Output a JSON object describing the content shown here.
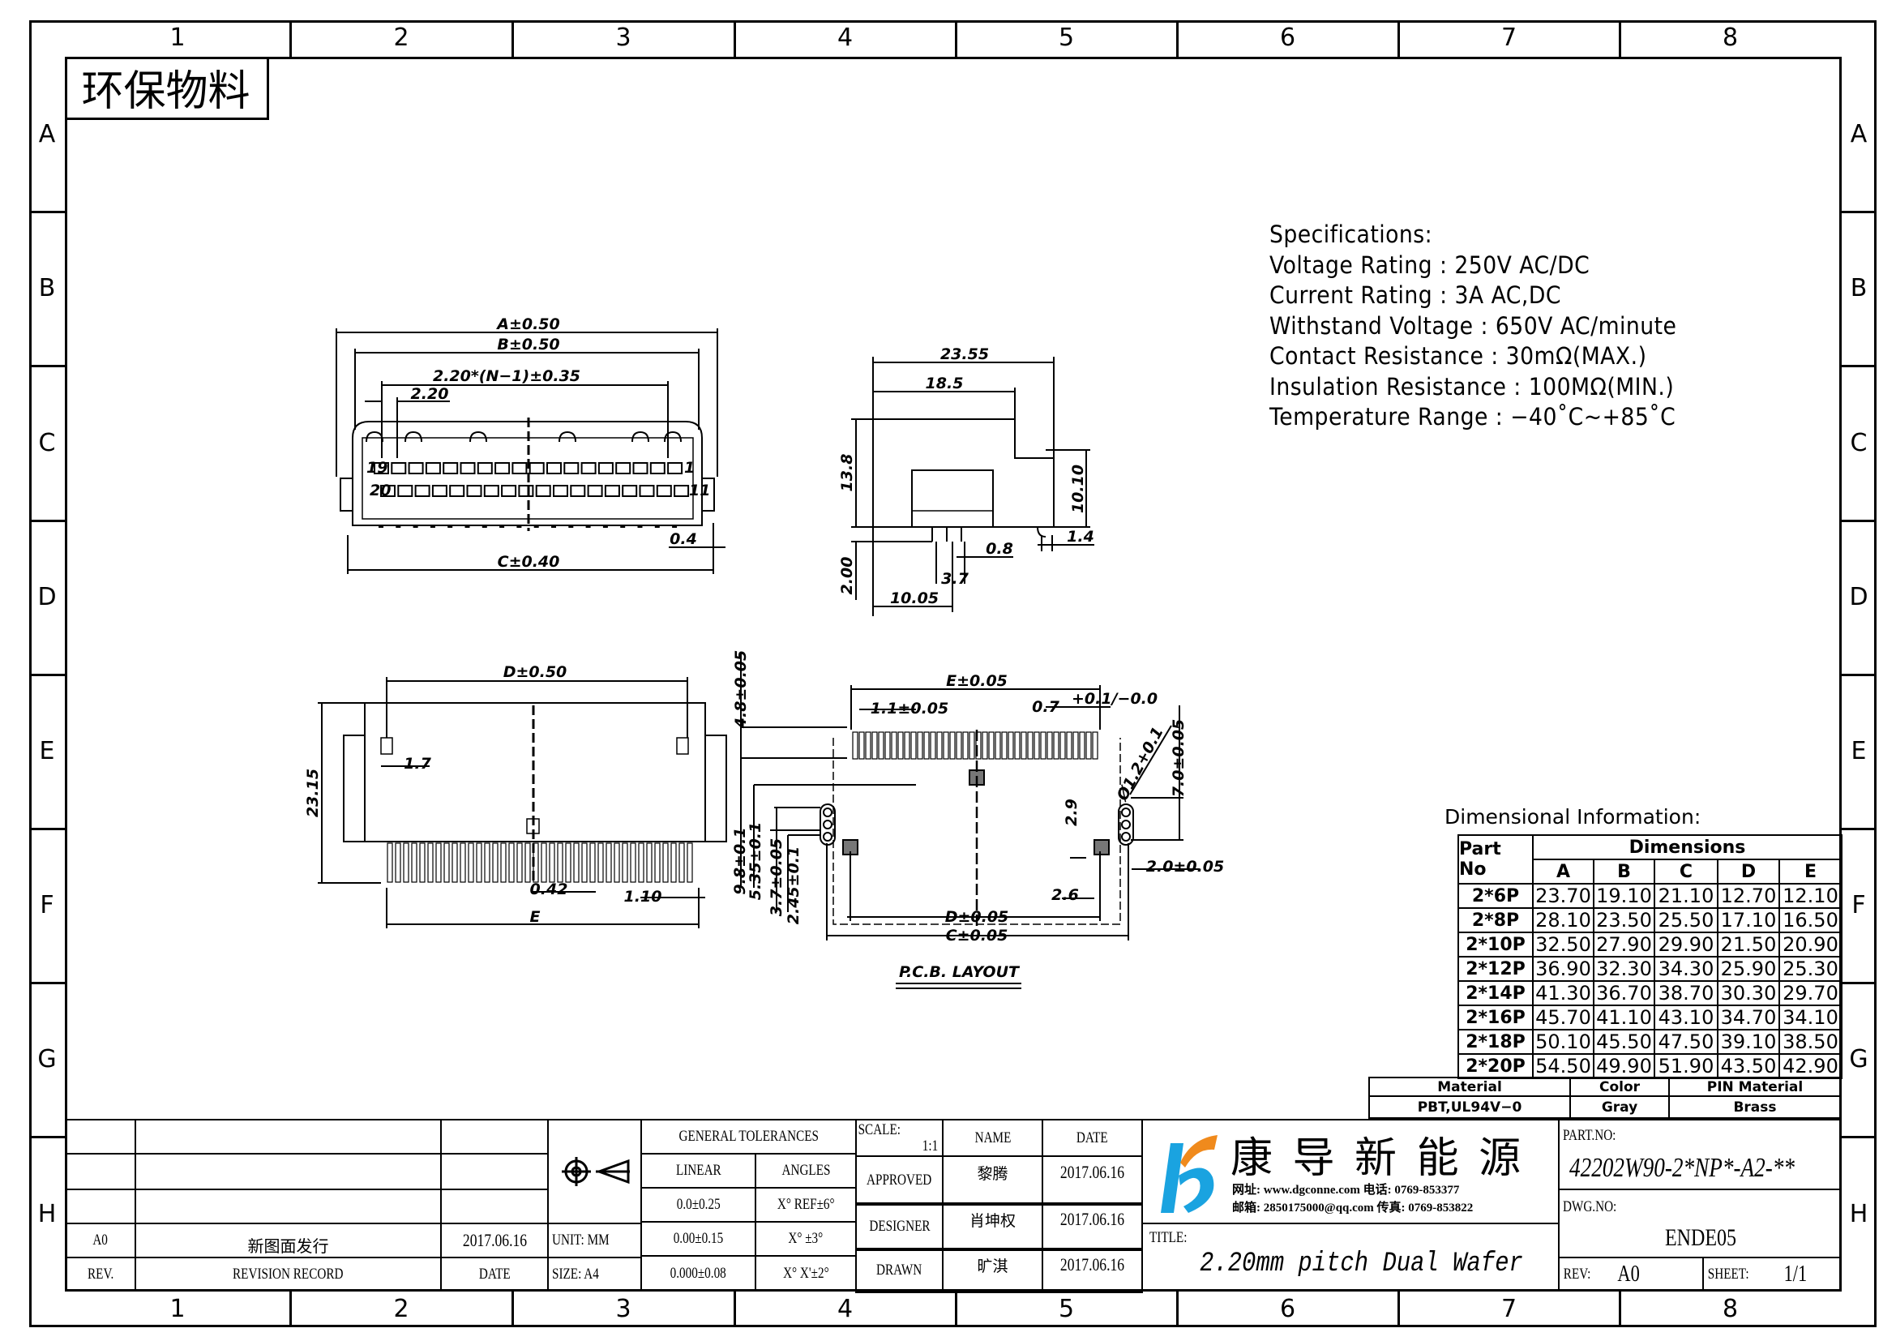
{
  "frame": {
    "columns": [
      "1",
      "2",
      "3",
      "4",
      "5",
      "6",
      "7",
      "8"
    ],
    "rows": [
      "A",
      "B",
      "C",
      "D",
      "E",
      "F",
      "G",
      "H"
    ]
  },
  "stamp": "环保物料",
  "specifications": {
    "title": "Specifications:",
    "lines": [
      "Voltage  Rating  :  250V  AC/DC",
      "Current  Rating  :  3A  AC,DC",
      "Withstand  Voltage  :  650V  AC/minute",
      "Contact  Resistance  :  30mΩ(MAX.)",
      "Insulation  Resistance  :  100MΩ(MIN.)",
      "Temperature  Range  :  −40˚C~+85˚C"
    ]
  },
  "top_view": {
    "dim_a": "A±0.50",
    "dim_b": "B±0.50",
    "dim_span": "2.20*(N−1)±0.35",
    "dim_pitch": "2.20",
    "dim_c": "C±0.40",
    "dim_pin": "0.4",
    "pin_labels": [
      "19",
      "1",
      "20",
      "11"
    ]
  },
  "side_view": {
    "dim_length": "23.55",
    "dim_top": "18.5",
    "dim_height": "13.8",
    "dim_right_height": "10.10",
    "dim_peg": "1.4",
    "dim_pin_width": "0.8",
    "dim_pin_row": "3.7",
    "dim_tail": "2.00",
    "dim_offset": "10.05"
  },
  "front_view": {
    "dim_d": "D±0.50",
    "dim_height": "23.15",
    "dim_latch": "1.7",
    "dim_pin_width": "0.42",
    "dim_pitch": "1.10",
    "dim_e": "E"
  },
  "pcb_layout": {
    "title": "P.C.B.  LAYOUT",
    "dim_e": "E±0.05",
    "dim_pad_pitch": "1.1±0.05",
    "dim_pad_width": "0.7",
    "dim_pad_tol": "+0.1/−0.0",
    "dim_pad_offset": "4.8±0.05",
    "dim_hole": "Ø1.2+0.1",
    "dim_7": "7.0±0.05",
    "dim_29": "2.9",
    "dim_20": "2.0±0.05",
    "dim_26": "2.6",
    "dim_d": "D±0.05",
    "dim_c": "C±0.05",
    "dim_98": "9.8±0.1",
    "dim_535": "5.35±0.1",
    "dim_37": "3.7±0.05",
    "dim_245": "2.45±0.1"
  },
  "dimension_table": {
    "title": "Dimensional  Information:",
    "part_no_header": "Part  No",
    "dimensions_header": "Dimensions",
    "columns": [
      "A",
      "B",
      "C",
      "D",
      "E"
    ],
    "rows": [
      {
        "part": "2*6P",
        "values": [
          "23.70",
          "19.10",
          "21.10",
          "12.70",
          "12.10"
        ]
      },
      {
        "part": "2*8P",
        "values": [
          "28.10",
          "23.50",
          "25.50",
          "17.10",
          "16.50"
        ]
      },
      {
        "part": "2*10P",
        "values": [
          "32.50",
          "27.90",
          "29.90",
          "21.50",
          "20.90"
        ]
      },
      {
        "part": "2*12P",
        "values": [
          "36.90",
          "32.30",
          "34.30",
          "25.90",
          "25.30"
        ]
      },
      {
        "part": "2*14P",
        "values": [
          "41.30",
          "36.70",
          "38.70",
          "30.30",
          "29.70"
        ]
      },
      {
        "part": "2*16P",
        "values": [
          "45.70",
          "41.10",
          "43.10",
          "34.70",
          "34.10"
        ]
      },
      {
        "part": "2*18P",
        "values": [
          "50.10",
          "45.50",
          "47.50",
          "39.10",
          "38.50"
        ]
      },
      {
        "part": "2*20P",
        "values": [
          "54.50",
          "49.90",
          "51.90",
          "43.50",
          "42.90"
        ]
      }
    ]
  },
  "material": {
    "material_label": "Material",
    "material_value": "PBT,UL94V−0",
    "color_label": "Color",
    "color_value": "Gray",
    "pin_label": "PIN  Material",
    "pin_value": "Brass"
  },
  "title_block": {
    "revision": {
      "rev": "A0",
      "record": "新图面发行",
      "date": "2017.06.16",
      "rev_header": "REV.",
      "record_header": "REVISION RECORD",
      "date_header": "DATE"
    },
    "unit": "UNIT:  MM",
    "size": "SIZE:  A4",
    "tolerances": {
      "title": "GENERAL  TOLERANCES",
      "linear": "LINEAR",
      "angles": "ANGLES",
      "rows": [
        [
          "0.0±0.25",
          "X°  REF±6°"
        ],
        [
          "0.00±0.15",
          "X°  ±3°"
        ],
        [
          "0.000±0.08",
          "X°  X'±2°"
        ]
      ]
    },
    "scale_label": "SCALE:",
    "scale_value": "1:1",
    "name_header": "NAME",
    "date_header": "DATE",
    "signoff": [
      {
        "role": "APPROVED",
        "name": "黎腾",
        "date": "2017.06.16"
      },
      {
        "role": "DESIGNER",
        "name": "肖坤权",
        "date": "2017.06.16"
      },
      {
        "role": "DRAWN",
        "name": "旷淇",
        "date": "2017.06.16"
      }
    ],
    "company": "康 导 新 能 源",
    "contact_line1": "网址: www.dgconne.com   电话: 0769-853377",
    "contact_line2": "邮箱: 2850175000@qq.com 传真: 0769-853822",
    "title_label": "TITLE:",
    "title_value": "2.20mm pitch Dual Wafer",
    "part_no_label": "PART.NO:",
    "part_no_value": "42202W90-2*NP*-A2-**",
    "dwg_no_label": "DWG.NO:",
    "dwg_no_value": "ENDE05",
    "rev_label": "REV:",
    "rev_value": "A0",
    "sheet_label": "SHEET:",
    "sheet_value": "1/1"
  },
  "colors": {
    "logo_blue": "#1aa3e0",
    "logo_orange": "#f08a1c",
    "line": "#000000"
  }
}
